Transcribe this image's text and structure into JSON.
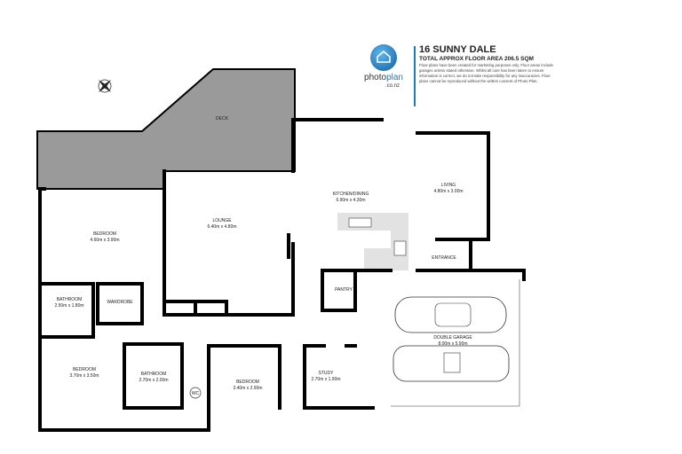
{
  "header": {
    "title": "16 SUNNY DALE",
    "subtitle": "TOTAL APPROX FLOOR AREA 206.5 SQM",
    "disclaimer": "Floor plans have been created for marketing purposes only. Floor areas include garages unless stated otherwise. Whilst all care has been taken to ensure information is correct, we do not take responsibility for any inaccuracies. Floor plans cannot be reproduced without the written consent of Photo Plan."
  },
  "logo": {
    "brand_a": "photo",
    "brand_b": "plan",
    "tld": ".co.nz",
    "accent": "#1a7bbf"
  },
  "compass_icon": "compass-icon",
  "rooms": [
    {
      "name": "DECK",
      "dims": ""
    },
    {
      "name": "BEDROOM",
      "dims": "4.60m x 3.90m"
    },
    {
      "name": "LOUNGE",
      "dims": "6.40m x 4.80m"
    },
    {
      "name": "KITCHEN/DINING",
      "dims": "6.90m x 4.30m"
    },
    {
      "name": "LIVING",
      "dims": "4.80m x 3.00m"
    },
    {
      "name": "ENTRANCE",
      "dims": ""
    },
    {
      "name": "PANTRY",
      "dims": ""
    },
    {
      "name": "BATHROOM",
      "dims": "2.50m x 1.80m"
    },
    {
      "name": "WARDROBE",
      "dims": ""
    },
    {
      "name": "DOUBLE GARAGE",
      "dims": "8.00m x 5.90m"
    },
    {
      "name": "BEDROOM",
      "dims": "3.70m x 3.50m"
    },
    {
      "name": "BATHROOM",
      "dims": "2.70m x 2.00m"
    },
    {
      "name": "WC",
      "dims": ""
    },
    {
      "name": "BEDROOM",
      "dims": "3.40m x 2.90m"
    },
    {
      "name": "STUDY",
      "dims": "2.70m x 1.90m"
    }
  ],
  "colors": {
    "deck": "#9a9a9a",
    "walls": "#000000",
    "counter": "#e2e2e2"
  }
}
